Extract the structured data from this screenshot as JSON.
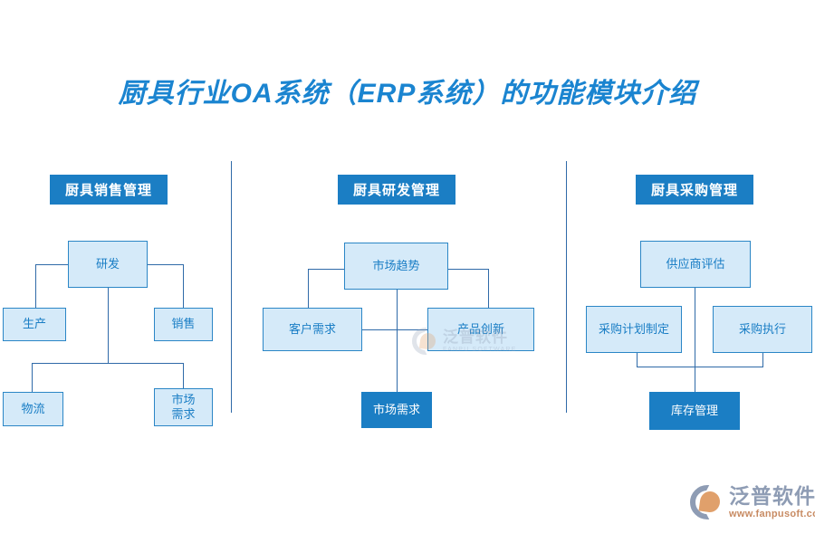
{
  "page": {
    "title": "厨具行业OA系统（ERP系统）的功能模块介绍",
    "background_color": "#ffffff",
    "accent_color": "#1b7ec4",
    "node_fill_color": "#d5eaf9",
    "node_border_color": "#2b86c6",
    "line_color": "#2f6aa8"
  },
  "columns": [
    {
      "header": "厨具销售管理",
      "nodes": [
        {
          "id": "c1-root",
          "label": "研发"
        },
        {
          "id": "c1-left1",
          "label": "生产"
        },
        {
          "id": "c1-right1",
          "label": "销售"
        },
        {
          "id": "c1-left2",
          "label": "物流"
        },
        {
          "id": "c1-right2",
          "label_line1": "市场",
          "label_line2": "需求"
        }
      ]
    },
    {
      "header": "厨具研发管理",
      "nodes": [
        {
          "id": "c2-root",
          "label": "市场趋势"
        },
        {
          "id": "c2-left",
          "label": "客户需求"
        },
        {
          "id": "c2-right",
          "label": "产品创新"
        },
        {
          "id": "c2-bottom",
          "label": "市场需求",
          "highlighted": true
        }
      ]
    },
    {
      "header": "厨具采购管理",
      "nodes": [
        {
          "id": "c3-root",
          "label": "供应商评估"
        },
        {
          "id": "c3-left",
          "label": "采购计划制定"
        },
        {
          "id": "c3-right",
          "label": "采购执行"
        },
        {
          "id": "c3-bottom",
          "label": "库存管理",
          "highlighted": true
        }
      ]
    }
  ],
  "watermark": {
    "name_cn": "泛普软件",
    "name_en": "FANPU SOFTWARE"
  },
  "logo": {
    "name_cn": "泛普软件",
    "website": "www.fanpusoft.com"
  }
}
